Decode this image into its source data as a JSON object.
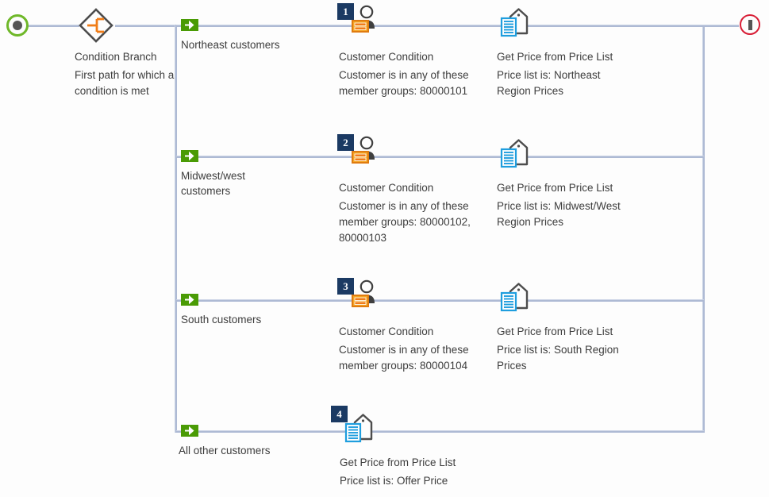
{
  "diagram": {
    "type": "workflow-branch-diagram",
    "colors": {
      "connector": "#aebad4",
      "start_ring": "#6fb829",
      "end_ring": "#d81e36",
      "branch_arrow": "#4a9b05",
      "badge": "#1b3a63",
      "accent_orange": "#f07c17",
      "accent_blue": "#1f9ede",
      "text": "#3d3d3d",
      "background": "#fdfdfd"
    },
    "start": {
      "icon": "start-circle-icon"
    },
    "end": {
      "icon": "end-stop-icon"
    },
    "decision": {
      "icon": "condition-branch-diamond-icon",
      "title": "Condition Branch",
      "description": "First path for which a condition is met"
    },
    "branches": [
      {
        "arrow_icon": "green-arrow-icon",
        "label": "Northeast customers",
        "steps": [
          {
            "number": "1",
            "icon": "customer-condition-icon",
            "title": "Customer Condition",
            "description": "Customer is in any of these member groups: 80000101"
          },
          {
            "icon": "price-list-tag-icon",
            "title": "Get Price from Price List",
            "description": "Price list is: Northeast Region Prices"
          }
        ]
      },
      {
        "arrow_icon": "green-arrow-icon",
        "label": "Midwest/west customers",
        "steps": [
          {
            "number": "2",
            "icon": "customer-condition-icon",
            "title": "Customer Condition",
            "description": "Customer is in any of these member groups: 80000102, 80000103"
          },
          {
            "icon": "price-list-tag-icon",
            "title": "Get Price from Price List",
            "description": "Price list is: Midwest/West Region Prices"
          }
        ]
      },
      {
        "arrow_icon": "green-arrow-icon",
        "label": "South customers",
        "steps": [
          {
            "number": "3",
            "icon": "customer-condition-icon",
            "title": "Customer Condition",
            "description": "Customer is in any of these member groups: 80000104"
          },
          {
            "icon": "price-list-tag-icon",
            "title": "Get Price from Price List",
            "description": "Price list is: South Region Prices"
          }
        ]
      },
      {
        "arrow_icon": "green-arrow-icon",
        "label": "All other customers",
        "steps": [
          {
            "number": "4",
            "icon": "price-list-tag-icon",
            "title": "Get Price from Price List",
            "description": "Price list is: Offer Price"
          }
        ]
      }
    ]
  }
}
